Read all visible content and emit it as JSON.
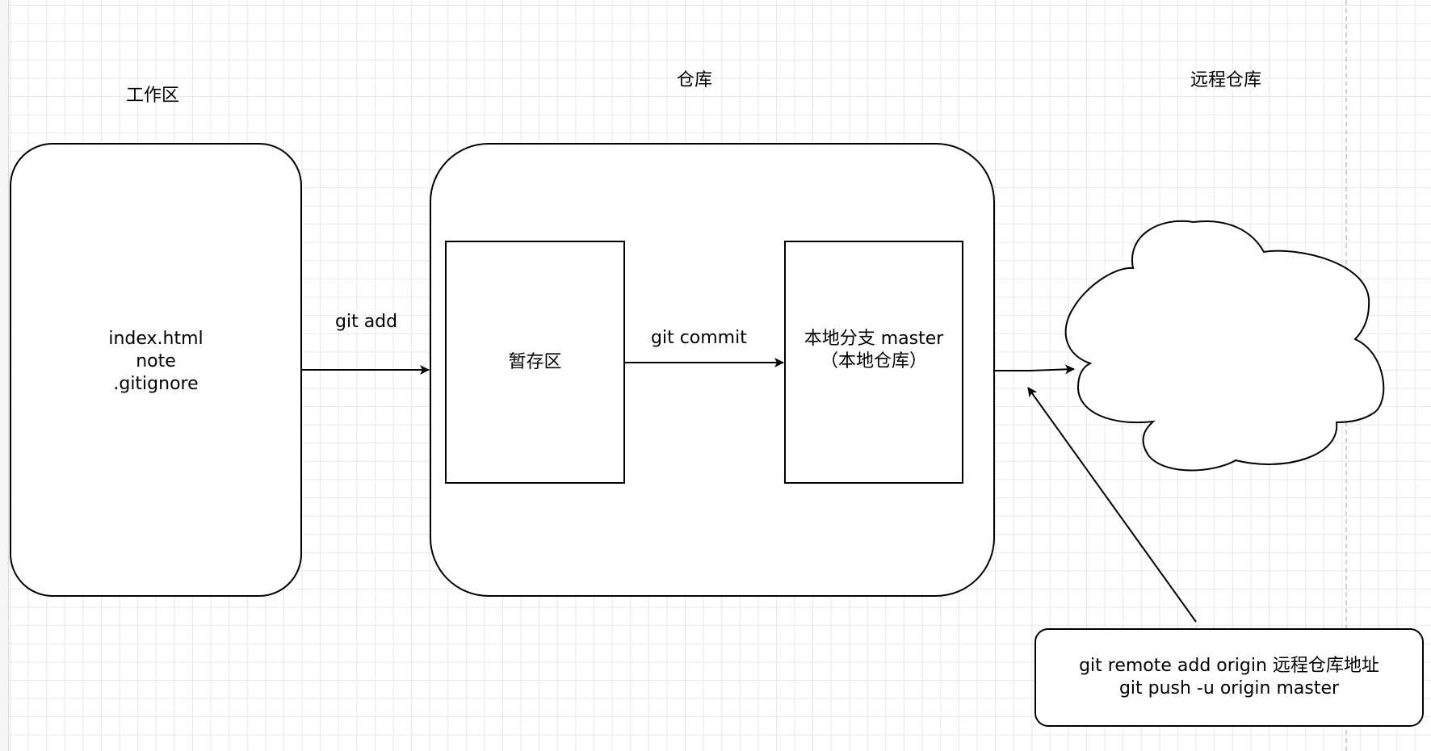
{
  "sections": {
    "workspace": "工作区",
    "repository": "仓库",
    "remote_repository": "远程仓库"
  },
  "workspace_box": {
    "lines": [
      "index.html",
      "note",
      ".gitignore"
    ]
  },
  "staging_box": {
    "label": "暂存区"
  },
  "local_branch_box": {
    "line1": "本地分支 master",
    "line2": "（本地仓库）"
  },
  "edges": {
    "git_add": "git add",
    "git_commit": "git commit"
  },
  "remote_note": {
    "line1": "git remote add origin 远程仓库地址",
    "line2": "git push -u origin master"
  },
  "colors": {
    "stroke": "#000000",
    "grid": "#e7e7e7",
    "background": "#ffffff"
  },
  "icons": {
    "remote_repository_shape": "cloud-icon"
  }
}
